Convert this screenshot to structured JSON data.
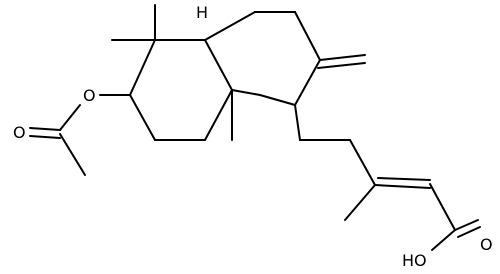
{
  "molecule": {
    "labels": {
      "ester_oxygen": "O",
      "carbonyl_oxygen_ester": "O",
      "hydride": "H",
      "carbonyl_oxygen_acid": "O",
      "hydroxyl": "HO"
    },
    "colors": {
      "bond": "#000000",
      "background": "#ffffff"
    }
  }
}
